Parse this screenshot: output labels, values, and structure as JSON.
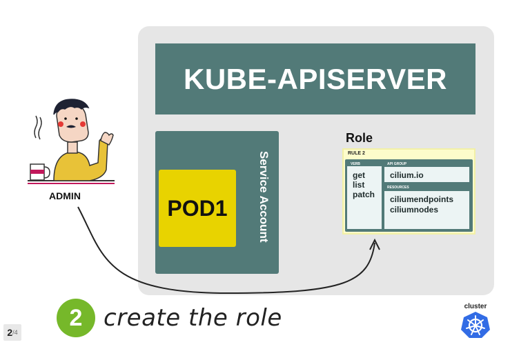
{
  "apiserver": {
    "title": "KUBE-APISERVER"
  },
  "service_account": {
    "label": "Service Account",
    "pod_label": "POD1"
  },
  "role": {
    "title": "Role",
    "rule_label": "RULE 2",
    "verb_header": "VERB",
    "verbs": [
      "get",
      "list",
      "patch"
    ],
    "api_group_header": "API GROUP",
    "api_group": "cilium.io",
    "resources_header": "RESOURCES",
    "resources": [
      "ciliumendpoints",
      "ciliumnodes"
    ]
  },
  "admin": {
    "label": "ADMIN"
  },
  "step": {
    "number": "2",
    "text": "create the role"
  },
  "pager": {
    "current": "2",
    "total": "/4"
  },
  "cluster": {
    "label": "cluster"
  },
  "colors": {
    "teal": "#527a78",
    "pod_yellow": "#e8d300",
    "step_green": "#76b82a",
    "role_card": "#fdfccb",
    "kubernetes_blue": "#326ce5",
    "cluster_grey": "#e6e6e6"
  },
  "icons": {
    "admin": "admin-person-icon",
    "cluster": "kubernetes-helm-icon"
  }
}
